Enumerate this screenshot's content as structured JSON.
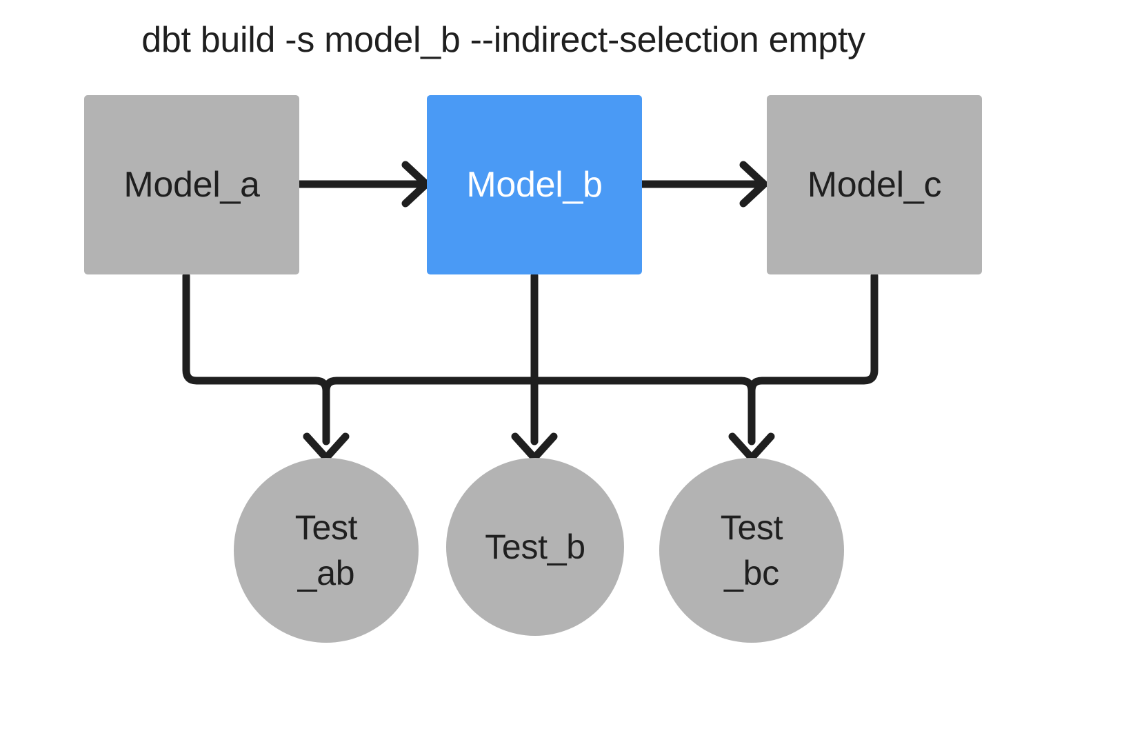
{
  "diagram": {
    "title": "dbt build -s model_b --indirect-selection empty",
    "colors": {
      "background": "#ffffff",
      "node_gray": "#b3b3b3",
      "node_selected_blue": "#4a9af5",
      "edge_black": "#1f1f1f",
      "text_dark": "#1f1f1f",
      "text_light": "#ffffff"
    },
    "models": [
      {
        "id": "model_a",
        "label": "Model_a",
        "shape": "rectangle",
        "fill": "#b3b3b3",
        "text_color": "#1f1f1f",
        "selected": false
      },
      {
        "id": "model_b",
        "label": "Model_b",
        "shape": "rectangle",
        "fill": "#4a9af5",
        "text_color": "#ffffff",
        "selected": true
      },
      {
        "id": "model_c",
        "label": "Model_c",
        "shape": "rectangle",
        "fill": "#b3b3b3",
        "text_color": "#1f1f1f",
        "selected": false
      }
    ],
    "tests": [
      {
        "id": "test_ab",
        "label_line1": "Test",
        "label_line2": "_ab",
        "shape": "circle",
        "fill": "#b3b3b3",
        "text_color": "#1f1f1f"
      },
      {
        "id": "test_b",
        "label_line1": "Test_b",
        "label_line2": "",
        "shape": "circle",
        "fill": "#b3b3b3",
        "text_color": "#1f1f1f"
      },
      {
        "id": "test_bc",
        "label_line1": "Test",
        "label_line2": "_bc",
        "shape": "circle",
        "fill": "#b3b3b3",
        "text_color": "#1f1f1f"
      }
    ],
    "edges": [
      {
        "from": "model_a",
        "to": "model_b",
        "style": "straight-horizontal-arrow"
      },
      {
        "from": "model_b",
        "to": "model_c",
        "style": "straight-horizontal-arrow"
      },
      {
        "from": "model_a",
        "to": "test_ab",
        "style": "elbow-arrow"
      },
      {
        "from": "model_b",
        "to": "test_ab",
        "style": "elbow-arrow"
      },
      {
        "from": "model_b",
        "to": "test_b",
        "style": "straight-vertical-arrow"
      },
      {
        "from": "model_b",
        "to": "test_bc",
        "style": "elbow-arrow"
      },
      {
        "from": "model_c",
        "to": "test_bc",
        "style": "elbow-arrow"
      }
    ]
  }
}
